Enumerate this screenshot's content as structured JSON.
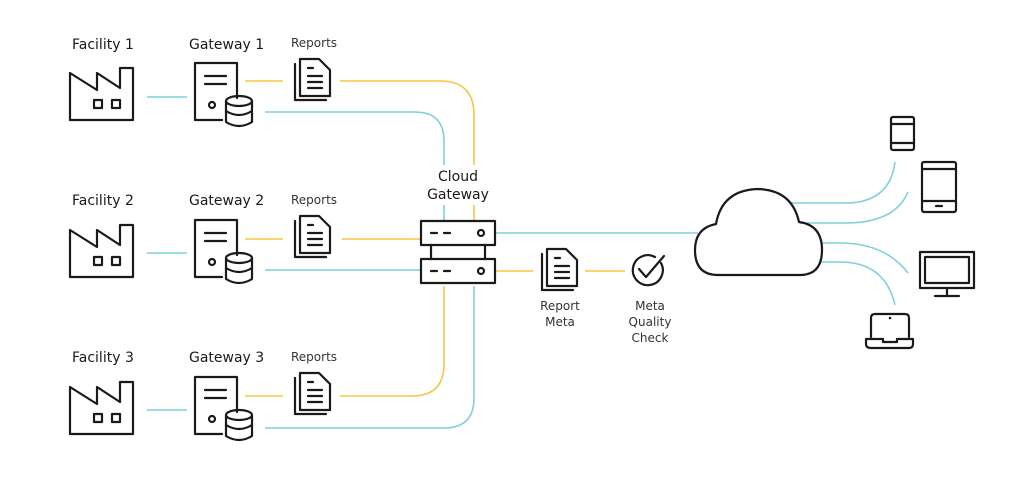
{
  "colors": {
    "data_line": "#7fd0dc",
    "report_line": "#f6c549",
    "icon_stroke": "#1a1a1a"
  },
  "facilities": [
    {
      "label": "Facility 1",
      "gateway": "Gateway 1",
      "reports": "Reports"
    },
    {
      "label": "Facility 2",
      "gateway": "Gateway 2",
      "reports": "Reports"
    },
    {
      "label": "Facility 3",
      "gateway": "Gateway 3",
      "reports": "Reports"
    }
  ],
  "cloud_gateway": {
    "line1": "Cloud",
    "line2": "Gateway"
  },
  "report_meta": {
    "line1": "Report",
    "line2": "Meta"
  },
  "meta_quality_check": {
    "line1": "Meta",
    "line2": "Quality",
    "line3": "Check"
  },
  "cloud": {
    "icon": "cloud-icon"
  },
  "devices": [
    "smartphone-icon",
    "tablet-icon",
    "monitor-icon",
    "laptop-icon"
  ]
}
